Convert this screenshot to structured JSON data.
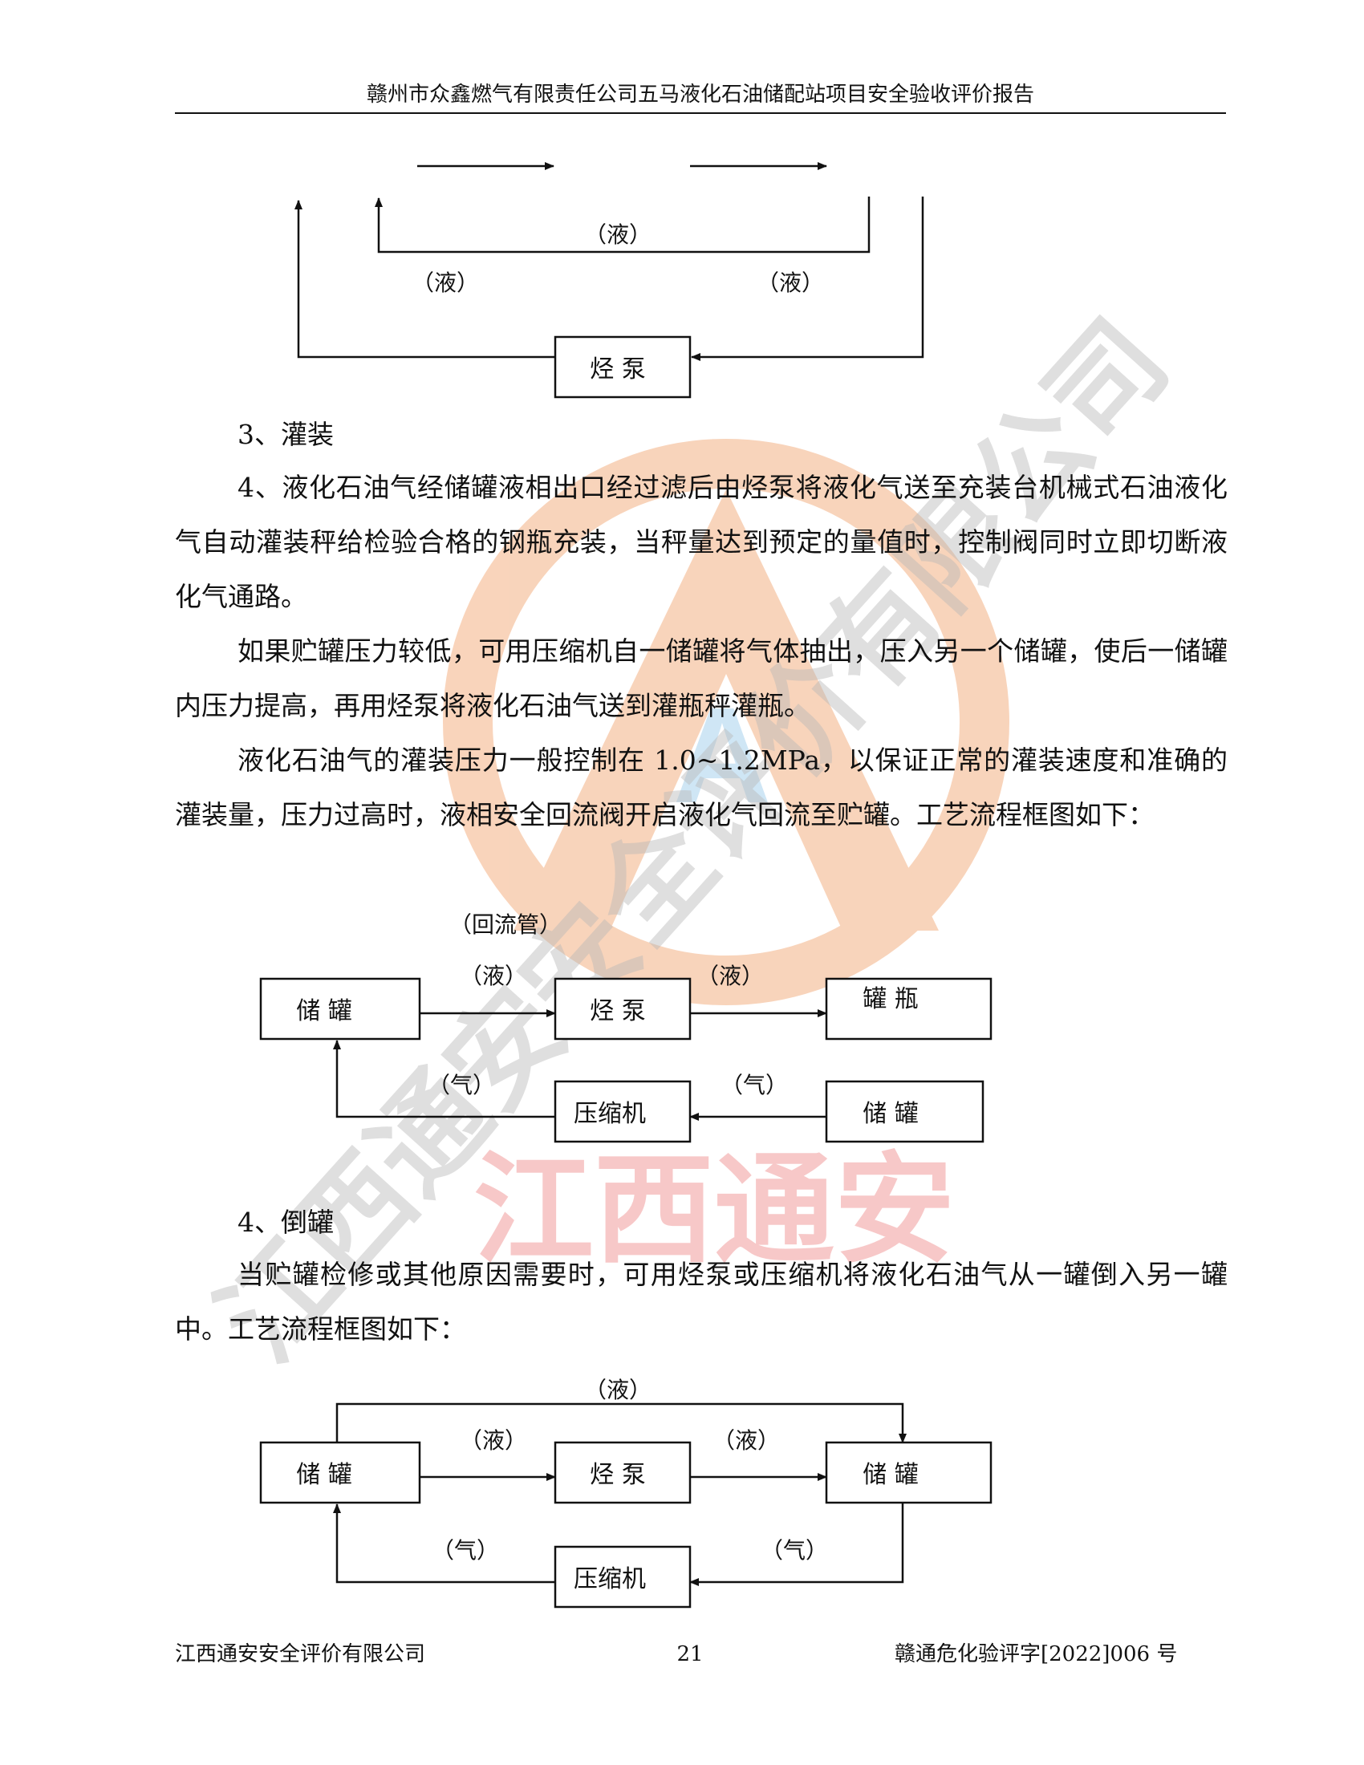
{
  "header": {
    "title": "赣州市众鑫燃气有限责任公司五马液化石油储配站项目安全验收评价报告"
  },
  "diagram_top": {
    "label_liquid": "（液）",
    "pump": "烃 泵"
  },
  "section3": {
    "heading": "3、灌装"
  },
  "paragraphs": {
    "p1": "4、液化石油气经储罐液相出口经过滤后由烃泵将液化气送至充装台机械式石油液化气自动灌装秤给检验合格的钢瓶充装，当秤量达到预定的量值时，控制阀同时立即切断液化气通路。",
    "p2": "如果贮罐压力较低，可用压缩机自一储罐将气体抽出，压入另一个储罐，使后一储罐内压力提高，再用烃泵将液化石油气送到灌瓶秤灌瓶。",
    "p3": "液化石油气的灌装压力一般控制在 1.0~1.2MPa，以保证正常的灌装速度和准确的灌装量，压力过高时，液相安全回流阀开启液化气回流至贮罐。工艺流程框图如下："
  },
  "diagram_filling": {
    "return_pipe": "（回流管）",
    "liquid": "（液）",
    "gas": "（气）",
    "tank": "储 罐",
    "pump": "烃 泵",
    "cylinder": "罐 瓶",
    "compressor": "压缩机"
  },
  "section4": {
    "heading": "4、倒罐",
    "text": "当贮罐检修或其他原因需要时，可用烃泵或压缩机将液化石油气从一罐倒入另一罐中。工艺流程框图如下："
  },
  "diagram_transfer": {
    "liquid": "（液）",
    "gas": "（气）",
    "tank": "储 罐",
    "pump": "烃 泵",
    "compressor": "压缩机"
  },
  "watermark": {
    "text": "江西通安安全评价有限公司",
    "brand": "江西通安"
  },
  "footer": {
    "company": "江西通安安全评价有限公司",
    "page": "21",
    "doc_no": "赣通危化验评字[2022]006 号"
  },
  "colors": {
    "watermark_orange": "#f4b184",
    "watermark_gray": "#b8b8b8",
    "watermark_red": "#f2a3a3",
    "watermark_blue": "#a9d3ee"
  }
}
